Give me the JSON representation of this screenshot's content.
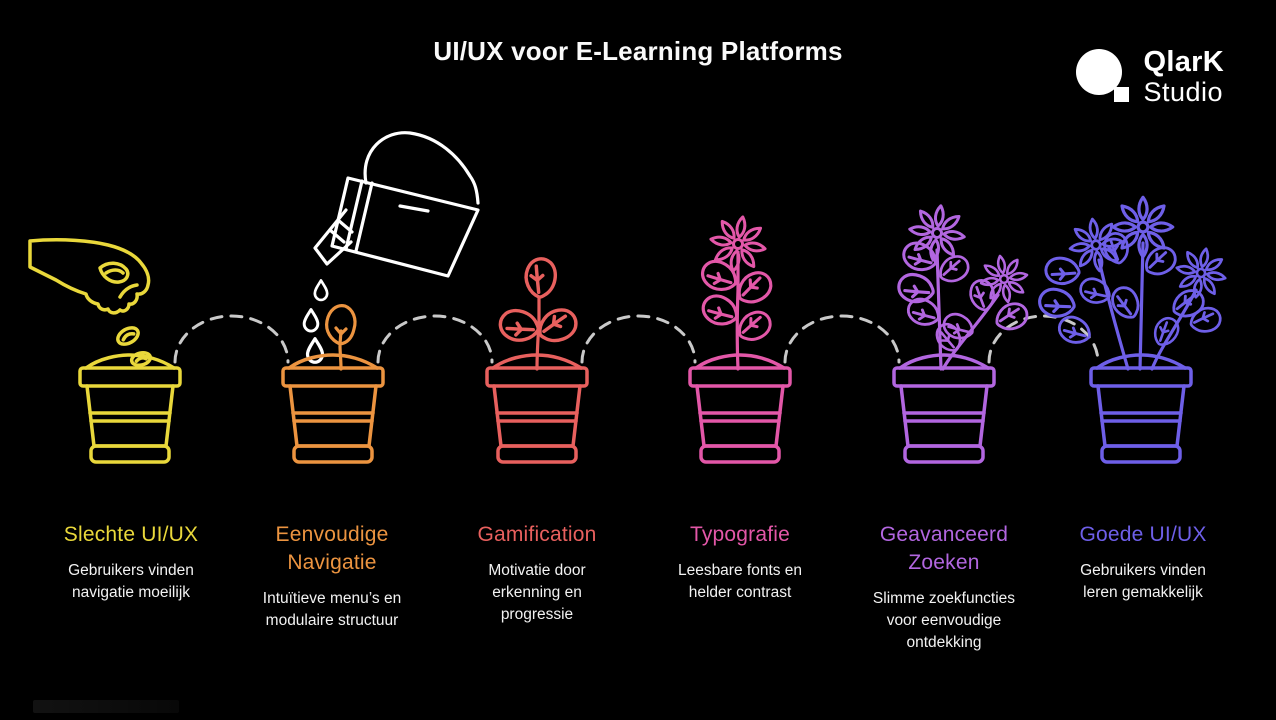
{
  "page": {
    "background": "#000000"
  },
  "header": {
    "title": "UI/UX voor E-Learning Platforms"
  },
  "logo": {
    "name": "QlarK",
    "suffix": "Studio"
  },
  "art": {
    "can_color": "#ffffff",
    "connector_color": "#c9c9c9",
    "connector_style": "dashed-arc"
  },
  "stages": [
    {
      "title": "Slechte UI/UX",
      "description": "Gebruikers vinden\nnavigatie moeilijk",
      "color": "#e9d83b",
      "illustration": "hand-planting-seed-in-pot"
    },
    {
      "title": "Eenvoudige\nNavigatie",
      "description": "Intuïtieve menu’s en\nmodulaire structuur",
      "color": "#ec9440",
      "illustration": "watering-can-over-sprout-pot"
    },
    {
      "title": "Gamification",
      "description": "Motivatie door\nerkenning en\nprogressie",
      "color": "#e8605e",
      "illustration": "seedling-in-pot"
    },
    {
      "title": "Typografie",
      "description": "Leesbare fonts en\nhelder contrast",
      "color": "#e357a8",
      "illustration": "single-flower-plant-in-pot"
    },
    {
      "title": "Geavanceerd\nZoeken",
      "description": "Slimme zoekfuncties\nvoor eenvoudige\nontdekking",
      "color": "#b266e0",
      "illustration": "two-flower-plant-in-pot"
    },
    {
      "title": "Goede UI/UX",
      "description": "Gebruikers vinden\nleren gemakkelijk",
      "color": "#6e5fe8",
      "illustration": "full-bloom-plant-in-pot"
    }
  ]
}
